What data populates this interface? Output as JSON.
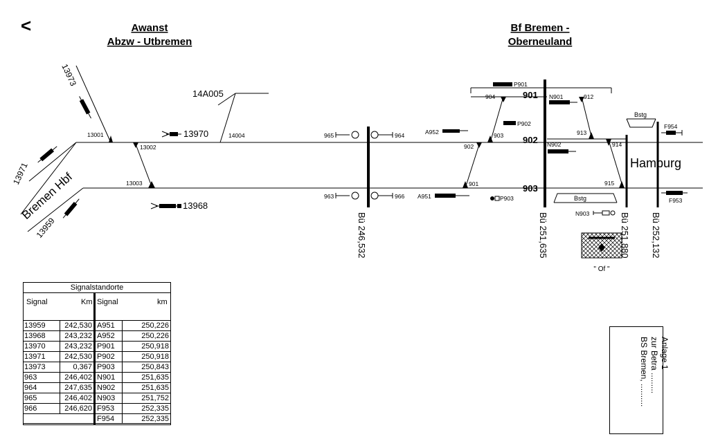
{
  "back_glyph": "<",
  "headers": {
    "left_line1": "Awanst",
    "left_line2": "Abzw - Utbremen",
    "right_line1": "Bf Bremen -",
    "right_line2": "Oberneuland"
  },
  "tracks": {
    "t901": "901",
    "t902": "902",
    "t903": "903"
  },
  "switches": {
    "s13001": "13001",
    "s13002": "13002",
    "s13003": "13003",
    "s14004": "14004",
    "s901": "901",
    "s902": "902",
    "s903": "903",
    "s904": "904",
    "s912": "912",
    "s913": "913",
    "s914": "914",
    "s915": "915"
  },
  "signals": {
    "sig13970": "13970",
    "sig13968": "13968",
    "sig13973": "13973",
    "sig13971": "13971",
    "sig13959": "13959",
    "sig965": "965",
    "sig964": "964",
    "sig963": "963",
    "sig966": "966",
    "sigA952": "A952",
    "sigA951": "A951",
    "sigP901": "P901",
    "sigP902": "P902",
    "sigP903": "P903",
    "sigN901": "N901",
    "sigN902": "N902",
    "sigN903": "N903",
    "sigF954": "F954",
    "sigF953": "F953"
  },
  "misc": {
    "label14A005": "14A005",
    "bstg_upper": "Bstg",
    "bstg_lower": "Bstg",
    "hamburg": "Hamburg",
    "bremen_hbf": "Bremen Hbf",
    "of_label": "\" Of \""
  },
  "crossings": {
    "bu1": "Bü 246,532",
    "bu2": "Bü 251,635",
    "bu3": "Bü 251,880",
    "bu4": "Bü 252,132"
  },
  "table": {
    "title": "Signalstandorte",
    "h_signal": "Signal",
    "h_km": "Km",
    "h_signal2": "Signal",
    "h_km2": "km",
    "rows": [
      [
        "13959",
        "242,530",
        "A951",
        "250,226"
      ],
      [
        "13968",
        "243,232",
        "A952",
        "250,226"
      ],
      [
        "13970",
        "243,232",
        "P901",
        "250,918"
      ],
      [
        "13971",
        "242,530",
        "P902",
        "250,918"
      ],
      [
        "13973",
        "0,367",
        "P903",
        "250,843"
      ],
      [
        "963",
        "246,402",
        "N901",
        "251,635"
      ],
      [
        "964",
        "247,635",
        "N902",
        "251,635"
      ],
      [
        "965",
        "246,402",
        "N903",
        "251,752"
      ],
      [
        "966",
        "246,620",
        "F953",
        "252,335"
      ],
      [
        "",
        "",
        "F954",
        "252,335"
      ]
    ]
  },
  "anlage": {
    "line1": "Anlage 1",
    "line2": "zur Betra .........",
    "line3": "BS Bremen, .........."
  }
}
